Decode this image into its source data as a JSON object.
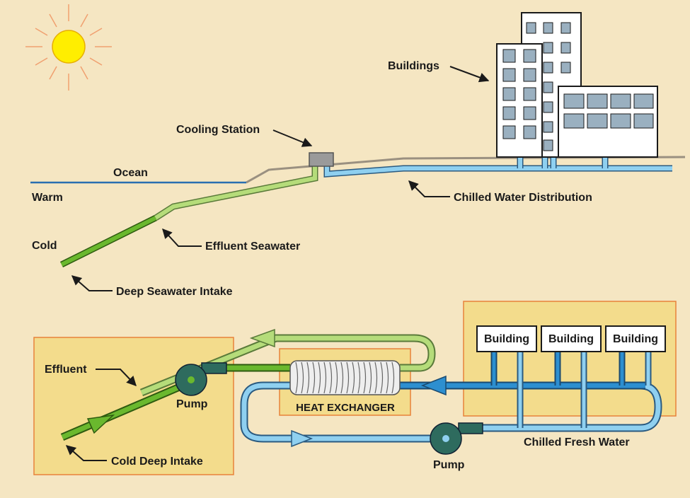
{
  "labels": {
    "buildings": "Buildings",
    "cooling_station": "Cooling Station",
    "ocean": "Ocean",
    "warm": "Warm",
    "cold": "Cold",
    "chilled_water_distribution": "Chilled Water Distribution",
    "effluent_seawater": "Effluent Seawater",
    "deep_seawater_intake": "Deep Seawater Intake",
    "effluent": "Effluent",
    "pump_left": "Pump",
    "pump_bottom": "Pump",
    "heat_exchanger": "HEAT EXCHANGER",
    "cold_deep_intake": "Cold Deep Intake",
    "chilled_fresh_water": "Chilled Fresh Water",
    "building_1": "Building",
    "building_2": "Building",
    "building_3": "Building"
  },
  "colors": {
    "background": "#f5e6c2",
    "panel": "#f3dc8c",
    "panel_border": "#e8823a",
    "sun": "#ffee00",
    "ocean_line": "#2a6fb0",
    "intake_green": "#6ab82e",
    "effluent_green": "#b5dc7a",
    "chilled_blue": "#8fd0f0",
    "distribution_blue": "#2d8fd0",
    "pump": "#2e6b5e"
  }
}
